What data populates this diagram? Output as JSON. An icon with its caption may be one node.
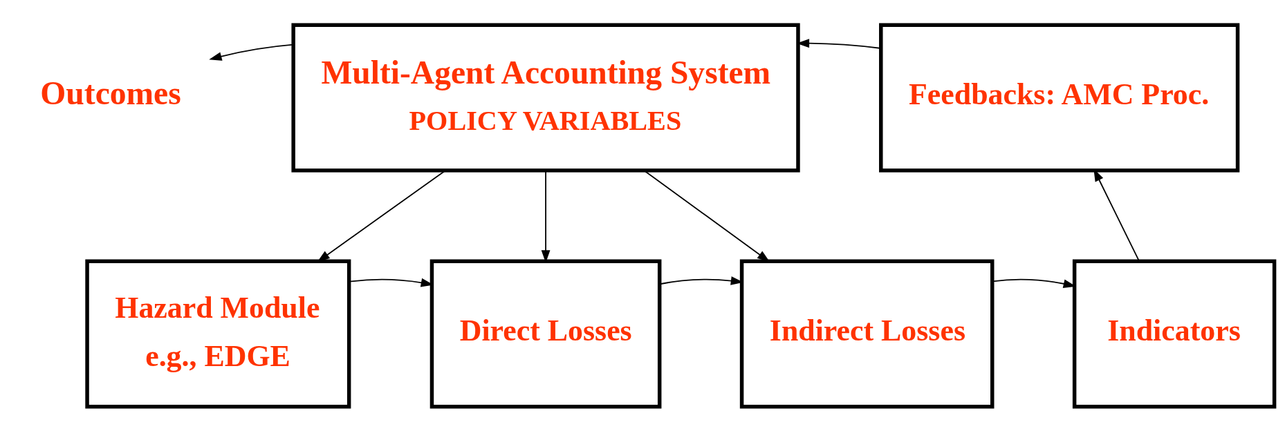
{
  "diagram": {
    "nodes": [
      {
        "text": [
          "Multi-Agent Accounting System",
          "POLICY VARIABLES"
        ]
      },
      {
        "text": [
          "Outcomes"
        ]
      },
      {
        "text": [
          "Feedbacks: AMC Proc."
        ]
      },
      {
        "text": [
          "Hazard Module",
          "e.g., EDGE"
        ]
      },
      {
        "text": [
          "Direct Losses"
        ]
      },
      {
        "text": [
          "Indirect Losses"
        ]
      },
      {
        "text": [
          "Indicators"
        ]
      }
    ],
    "edges": [
      {
        "from": 0,
        "to": 1,
        "arrow": "to"
      },
      {
        "from": 2,
        "to": 0,
        "arrow": "to"
      },
      {
        "from": 0,
        "to": 3,
        "arrow": "to"
      },
      {
        "from": 0,
        "to": 4,
        "arrow": "to"
      },
      {
        "from": 0,
        "to": 5,
        "arrow": "to"
      },
      {
        "from": 3,
        "to": 4,
        "arrow": "to"
      },
      {
        "from": 4,
        "to": 5,
        "arrow": "to"
      },
      {
        "from": 5,
        "to": 6,
        "arrow": "to"
      },
      {
        "from": 6,
        "to": 2,
        "arrow": "to"
      }
    ]
  }
}
